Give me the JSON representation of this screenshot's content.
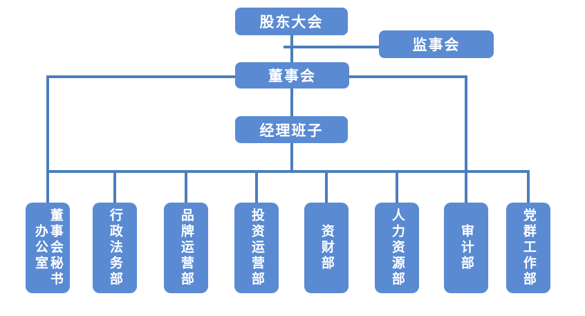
{
  "colors": {
    "node_fill": "#5a8ad2",
    "connector": "#4a7ebb",
    "node_text": "#ffffff",
    "background": "#ffffff"
  },
  "org_chart": {
    "type": "organization-chart",
    "shareholders": {
      "label": "股东大会"
    },
    "supervisory": {
      "label": "监事会"
    },
    "board": {
      "label": "董事会"
    },
    "management": {
      "label": "经理班子"
    },
    "departments": [
      {
        "label": "董事会秘书\n办公室"
      },
      {
        "label": "行政法务部"
      },
      {
        "label": "品牌运营部"
      },
      {
        "label": "投资运营部"
      },
      {
        "label": "资财部"
      },
      {
        "label": "人力资源部"
      },
      {
        "label": "审计部"
      },
      {
        "label": "党群工作部"
      }
    ],
    "hierarchy": [
      "shareholders -> board",
      "shareholders -> supervisory",
      "board -> management",
      "management -> departments (8)"
    ]
  }
}
